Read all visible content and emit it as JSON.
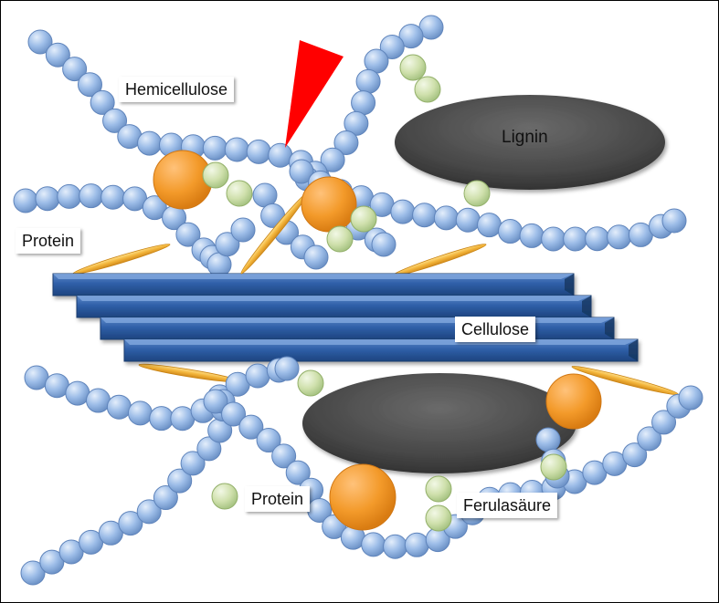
{
  "labels": {
    "hemicellulose": "Hemicellulose",
    "lignin": "Lignin",
    "protein_top": "Protein",
    "cellulose": "Cellulose",
    "protein_bottom": "Protein",
    "ferulasaeure": "Ferulasäure"
  },
  "colors": {
    "bead_blue": "#8fb3e3",
    "cellulose_blue": "#2f5fa8",
    "lignin_gray": "#4a4a4a",
    "protein_orange": "#f39a2a",
    "ferulic_green": "#c8dca0",
    "fiber_yellow": "#f2b43a",
    "marker_red": "#ff0000"
  }
}
